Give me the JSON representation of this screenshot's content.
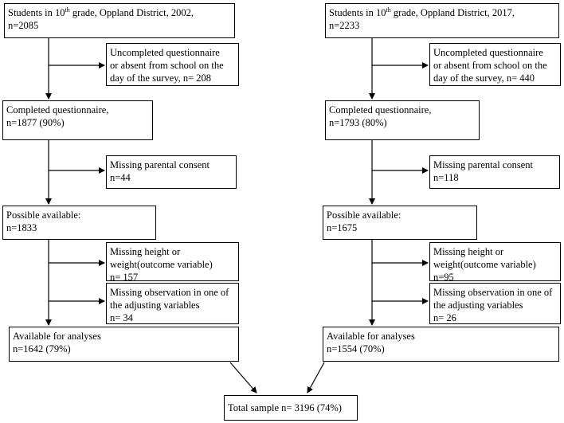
{
  "left": {
    "start": {
      "line1_pre": "Students in 10",
      "line1_sup": "th",
      "line1_post": " grade, Oppland District, 2002,",
      "line2": "n=2085"
    },
    "excl1": {
      "lines": [
        "Uncompleted questionnaire",
        "or absent from school on the",
        "day of the survey, n= 208"
      ]
    },
    "completed": {
      "lines": [
        "Completed questionnaire,",
        "n=1877 (90%)"
      ]
    },
    "excl2": {
      "lines": [
        "Missing parental consent",
        "n=44"
      ]
    },
    "possible": {
      "lines": [
        "Possible available:",
        "n=1833"
      ]
    },
    "excl3": {
      "lines": [
        "Missing height or",
        "weight(outcome variable)",
        "n= 157"
      ]
    },
    "excl4": {
      "lines": [
        "Missing observation in one of",
        "the adjusting variables",
        "n= 34"
      ]
    },
    "available": {
      "lines": [
        "Available for analyses",
        "n=1642 (79%)"
      ]
    }
  },
  "right": {
    "start": {
      "line1_pre": "Students in 10",
      "line1_sup": "th",
      "line1_post": " grade, Oppland District, 2017,",
      "line2": "n=2233"
    },
    "excl1": {
      "lines": [
        "Uncompleted questionnaire",
        "or absent from school on the",
        "day of the survey, n= 440"
      ]
    },
    "completed": {
      "lines": [
        "Completed questionnaire,",
        "n=1793 (80%)"
      ]
    },
    "excl2": {
      "lines": [
        "Missing parental consent",
        "n=118"
      ]
    },
    "possible": {
      "lines": [
        "Possible available:",
        "n=1675"
      ]
    },
    "excl3": {
      "lines": [
        "Missing height or",
        "weight(outcome variable)",
        "n=95"
      ]
    },
    "excl4": {
      "lines": [
        "Missing observation in one of",
        "the adjusting variables",
        "n= 26"
      ]
    },
    "available": {
      "lines": [
        "Available for analyses",
        "n=1554 (70%)"
      ]
    }
  },
  "total": {
    "label": "Total sample n= 3196 (74%)"
  }
}
